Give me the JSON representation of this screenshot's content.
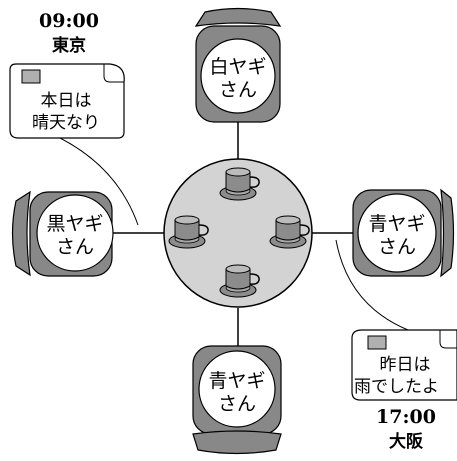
{
  "colors": {
    "chair": "#888888",
    "table": "#d3d3d3",
    "cup": "#8c8c8c",
    "note_square": "#b0b0b0",
    "line": "#000000",
    "paper": "#ffffff"
  },
  "clock_tokyo": {
    "time": "09:00",
    "city": "東京"
  },
  "clock_osaka": {
    "time": "17:00",
    "city": "大阪"
  },
  "note_top_left": {
    "line1": "本日は",
    "line2": "晴天なり"
  },
  "note_bottom_right": {
    "line1": "昨日は",
    "line2": "雨でしたよ"
  },
  "seats": {
    "top": {
      "line1": "白ヤギ",
      "line2": "さん"
    },
    "left": {
      "line1": "黒ヤギ",
      "line2": "さん"
    },
    "right": {
      "line1": "青ヤギ",
      "line2": "さん"
    },
    "bottom": {
      "line1": "青ヤギ",
      "line2": "さん"
    }
  }
}
